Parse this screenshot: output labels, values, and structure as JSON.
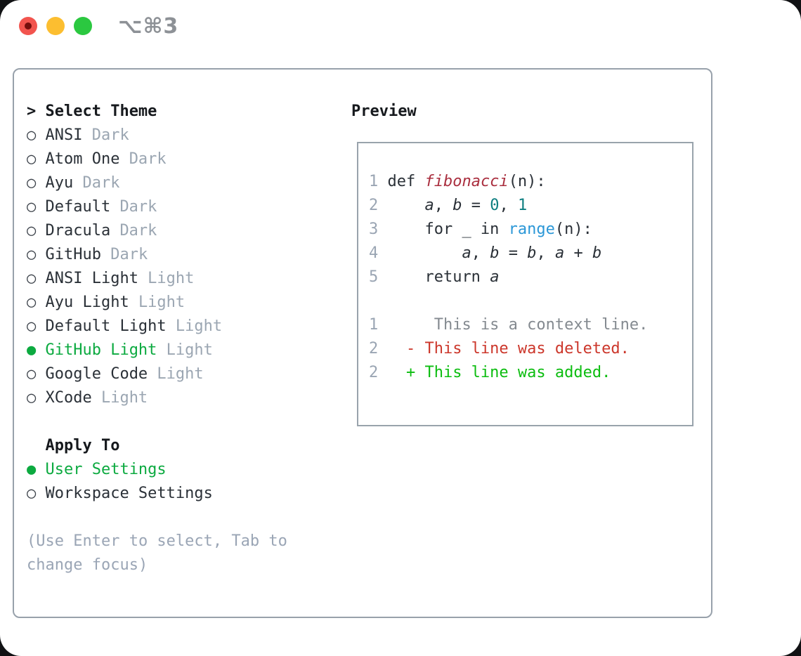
{
  "window": {
    "title": "⌥⌘3",
    "traffic_lights": [
      "close",
      "minimize",
      "zoom"
    ]
  },
  "colors": {
    "selected_green": "#0caa40",
    "added_green": "#0cbd10",
    "deleted_red": "#cc372b",
    "function_red": "#aa2f3f",
    "number_teal": "#0d7e80",
    "builtin_blue": "#2b97d7",
    "variant_gray": "#9ba6b2",
    "hint_gray": "#9aa5b5",
    "context_gray": "#848a90",
    "border_gray": "#98a1ab"
  },
  "glyphs": {
    "radio_selected": "●",
    "radio_unselected": "○",
    "header_caret": ">"
  },
  "theme_panel": {
    "header_label": "Select Theme",
    "themes": [
      {
        "name": "ANSI",
        "variant": "Dark",
        "selected": false
      },
      {
        "name": "Atom One",
        "variant": "Dark",
        "selected": false
      },
      {
        "name": "Ayu",
        "variant": "Dark",
        "selected": false
      },
      {
        "name": "Default",
        "variant": "Dark",
        "selected": false
      },
      {
        "name": "Dracula",
        "variant": "Dark",
        "selected": false
      },
      {
        "name": "GitHub",
        "variant": "Dark",
        "selected": false
      },
      {
        "name": "ANSI Light",
        "variant": "Light",
        "selected": false
      },
      {
        "name": "Ayu Light",
        "variant": "Light",
        "selected": false
      },
      {
        "name": "Default Light",
        "variant": "Light",
        "selected": false
      },
      {
        "name": "GitHub Light",
        "variant": "Light",
        "selected": true
      },
      {
        "name": "Google Code",
        "variant": "Light",
        "selected": false
      },
      {
        "name": "XCode",
        "variant": "Light",
        "selected": false
      }
    ],
    "apply_to": {
      "label": "Apply To",
      "options": [
        {
          "label": "User Settings",
          "selected": true
        },
        {
          "label": "Workspace Settings",
          "selected": false
        }
      ]
    },
    "hint": "(Use Enter to select, Tab to change focus)"
  },
  "preview": {
    "label": "Preview",
    "lines": [
      {
        "num": "1",
        "tokens": [
          {
            "t": "plain",
            "s": " def "
          },
          {
            "t": "func",
            "s": "fibonacci"
          },
          {
            "t": "plain",
            "s": "(n):"
          }
        ]
      },
      {
        "num": "2",
        "tokens": [
          {
            "t": "plain",
            "s": "     "
          },
          {
            "t": "var",
            "s": "a"
          },
          {
            "t": "plain",
            "s": ", "
          },
          {
            "t": "var",
            "s": "b"
          },
          {
            "t": "plain",
            "s": " = "
          },
          {
            "t": "num",
            "s": "0"
          },
          {
            "t": "plain",
            "s": ", "
          },
          {
            "t": "num",
            "s": "1"
          }
        ]
      },
      {
        "num": "3",
        "tokens": [
          {
            "t": "plain",
            "s": "     for _ in "
          },
          {
            "t": "builtin",
            "s": "range"
          },
          {
            "t": "plain",
            "s": "(n):"
          }
        ]
      },
      {
        "num": "4",
        "tokens": [
          {
            "t": "plain",
            "s": "         "
          },
          {
            "t": "var",
            "s": "a"
          },
          {
            "t": "plain",
            "s": ", "
          },
          {
            "t": "var",
            "s": "b"
          },
          {
            "t": "plain",
            "s": " = "
          },
          {
            "t": "var",
            "s": "b"
          },
          {
            "t": "plain",
            "s": ", "
          },
          {
            "t": "var",
            "s": "a"
          },
          {
            "t": "plain",
            "s": " + "
          },
          {
            "t": "var",
            "s": "b"
          }
        ]
      },
      {
        "num": "5",
        "tokens": [
          {
            "t": "plain",
            "s": "     return "
          },
          {
            "t": "var",
            "s": "a"
          }
        ]
      },
      {
        "num": "",
        "tokens": []
      },
      {
        "num": "1",
        "tokens": [
          {
            "t": "context",
            "s": "      This is a context line."
          }
        ]
      },
      {
        "num": "2",
        "tokens": [
          {
            "t": "del",
            "s": "   - This line was deleted."
          }
        ]
      },
      {
        "num": "2",
        "tokens": [
          {
            "t": "add",
            "s": "   + This line was added."
          }
        ]
      }
    ]
  }
}
